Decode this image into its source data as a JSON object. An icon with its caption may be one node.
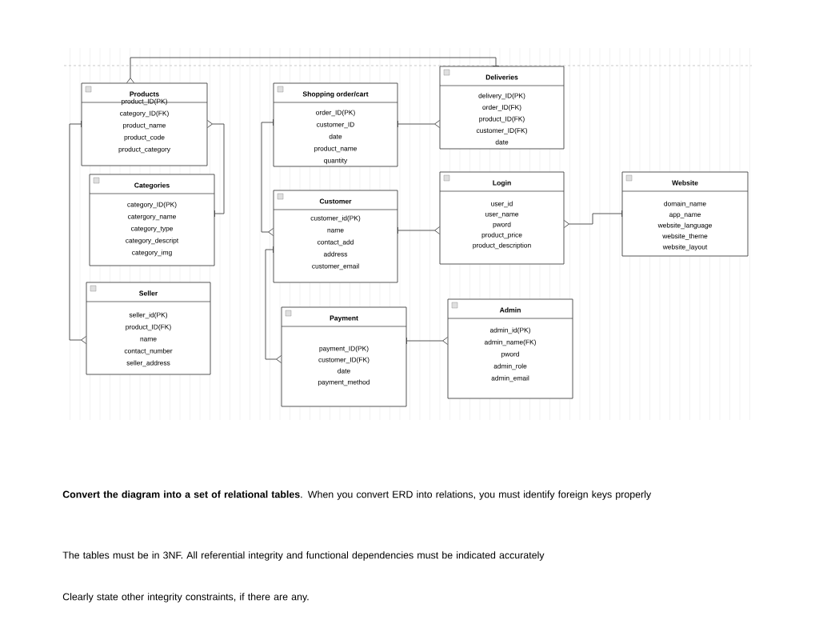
{
  "diagram": {
    "nodes": [
      {
        "text": [
          "Products",
          "product_ID(PK)",
          "category_ID(FK)",
          "product_name",
          "product_code",
          "product_category"
        ]
      },
      {
        "text": [
          "Shopping order/cart",
          "order_ID(PK)",
          "customer_ID",
          "date",
          "product_name",
          "quantity"
        ]
      },
      {
        "text": [
          "Deliveries",
          "delivery_ID(PK)",
          "order_ID(FK)",
          "product_ID(FK)",
          "customer_ID(FK)",
          "date"
        ]
      },
      {
        "text": [
          "Categories",
          "category_ID(PK)",
          "catergory_name",
          "category_type",
          "category_descript",
          "category_img"
        ]
      },
      {
        "text": [
          "Customer",
          "customer_id(PK)",
          "name",
          "contact_add",
          "address",
          "customer_email"
        ]
      },
      {
        "text": [
          "Login",
          "user_id",
          "user_name",
          "pword",
          "product_price",
          "product_description"
        ]
      },
      {
        "text": [
          "Website",
          "domain_name",
          "app_name",
          "website_language",
          "website_theme",
          "website_layout"
        ]
      },
      {
        "text": [
          "Seller",
          "seller_id(PK)",
          "product_ID(FK)",
          "name",
          "contact_number",
          "seller_address"
        ]
      },
      {
        "text": [
          "Payment",
          "payment_ID(PK)",
          "customer_ID(FK)",
          "date",
          "payment_method"
        ]
      },
      {
        "text": [
          "Admin",
          "admin_id(PK)",
          "admin_name(FK)",
          "pword",
          "admin_role",
          "admin_email"
        ]
      }
    ],
    "edges": [
      {
        "from": 2,
        "to": 0,
        "arrow": "other"
      },
      {
        "from": 3,
        "to": 0,
        "arrow": "other"
      },
      {
        "from": 0,
        "to": 7,
        "arrow": "other"
      },
      {
        "from": 1,
        "to": 4,
        "arrow": "other"
      },
      {
        "from": 1,
        "to": 2,
        "arrow": "other"
      },
      {
        "from": 4,
        "to": 5,
        "arrow": "other"
      },
      {
        "from": 4,
        "to": 8,
        "arrow": "other"
      },
      {
        "from": 8,
        "to": 9,
        "arrow": "other"
      },
      {
        "from": 6,
        "to": 5,
        "arrow": "other"
      }
    ],
    "labels": [
      "**Convert the diagram into a set of relational tables**. When you convert ERD into relations, you must identify foreign keys properly",
      "The tables must be in 3NF. All referential integrity and functional dependencies must be indicated accurately",
      "Clearly state other integrity constraints, if there are any."
    ]
  }
}
